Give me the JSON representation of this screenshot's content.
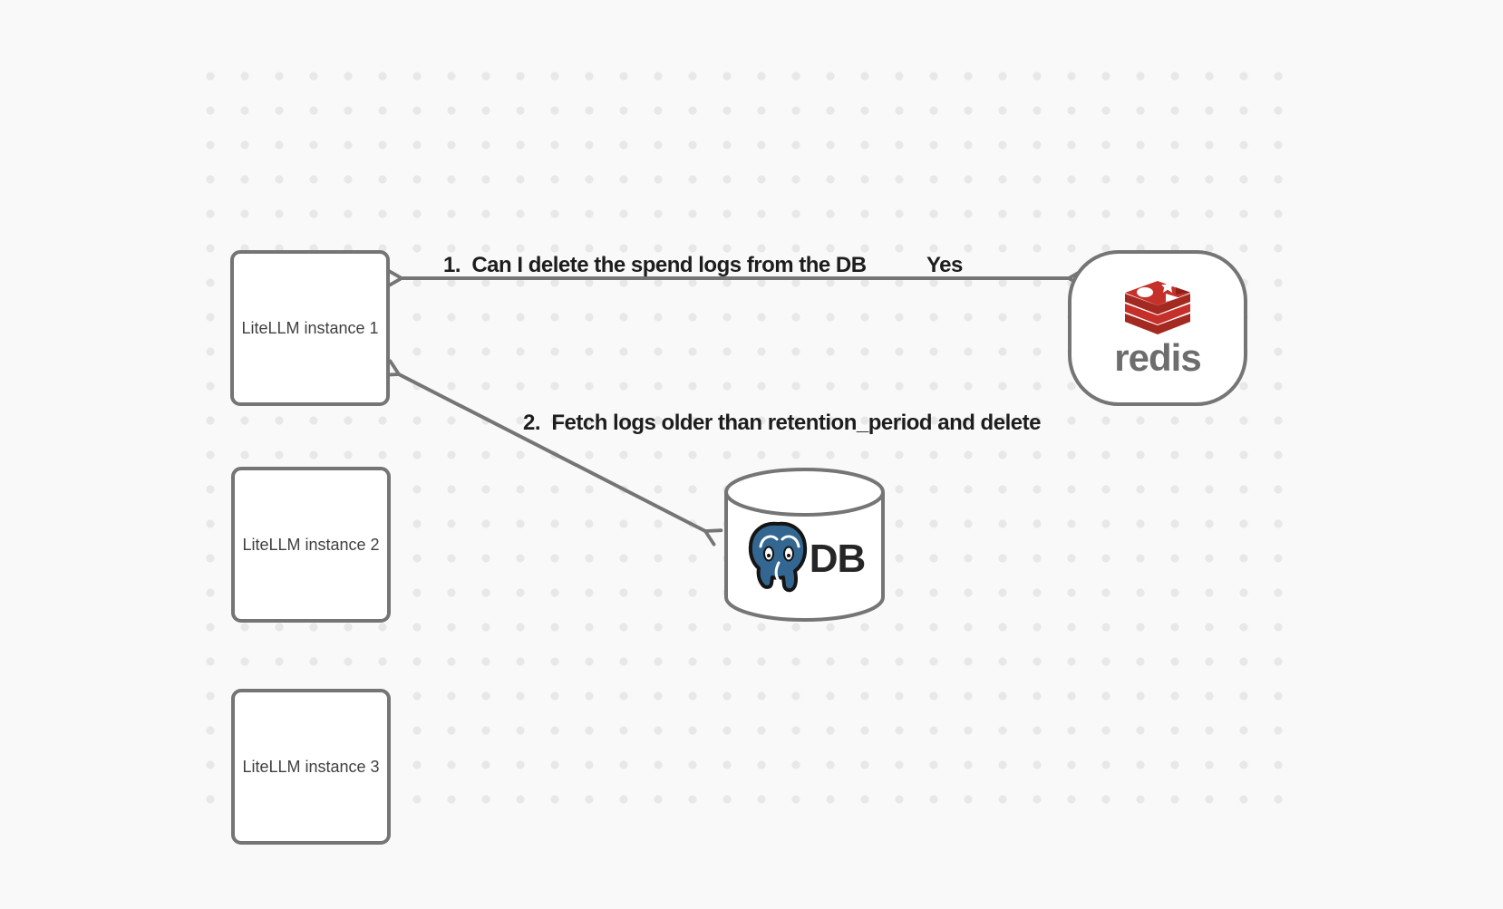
{
  "canvas": {
    "background_color": "#f9f9f9",
    "dot_color": "#e8e8e8",
    "stroke_color": "#757575"
  },
  "nodes": {
    "instance1": {
      "label": "LiteLLM instance 1"
    },
    "instance2": {
      "label": "LiteLLM instance 2"
    },
    "instance3": {
      "label": "LiteLLM instance 3"
    },
    "redis": {
      "label": "redis",
      "icon": "redis-logo-icon",
      "brand_red": "#c6302b",
      "brand_red_dark": "#a42a21"
    },
    "db": {
      "label": "DB",
      "icon": "postgresql-elephant-icon",
      "brand_blue": "#336791"
    }
  },
  "edges": {
    "edge1": {
      "label": "1.  Can I delete the spend logs from the DB",
      "response": "Yes",
      "from": "redis",
      "to": "instance1",
      "style": "double-arrow"
    },
    "edge2": {
      "label": "2.  Fetch logs older than retention_period and delete",
      "from": "instance1",
      "to": "db",
      "style": "double-arrow"
    }
  }
}
